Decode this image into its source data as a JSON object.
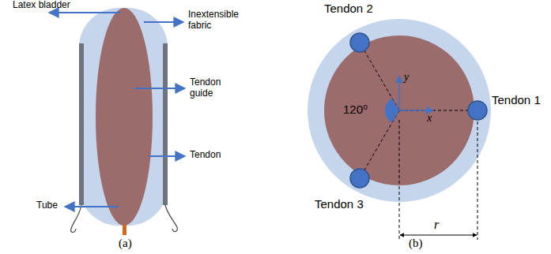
{
  "diagram": {
    "labels": [
      "Latex bladder",
      "Inextensible fabric",
      "Tendon guide",
      "Tendon",
      "Tube",
      "(a)",
      "Tendon 2",
      "Tendon 1",
      "Tendon 3",
      "y",
      "x",
      "120⁰",
      "r",
      "(b)"
    ]
  }
}
